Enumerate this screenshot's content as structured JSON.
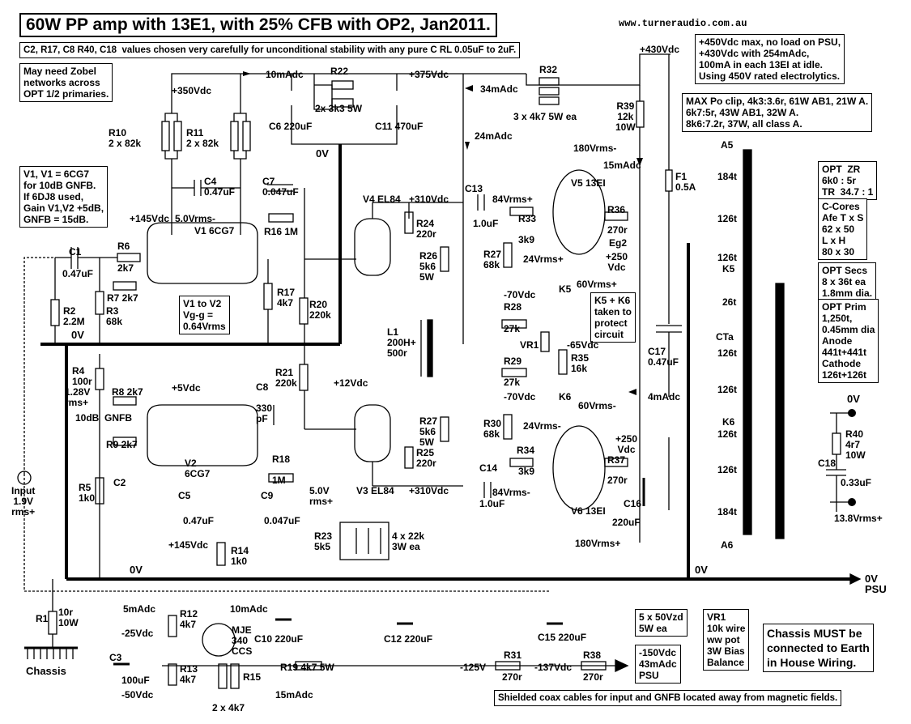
{
  "title": "60W PP amp with 13E1, with  25% CFB with  OP2, Jan2011.",
  "website": "www.turneraudio.com.au",
  "notes": {
    "stability": "C2, R17, C8 R40, C18  values chosen very carefully for unconditional stability with any pure C RL 0.05uF to 2uF.",
    "zobel": "May need Zobel\nnetworks across\nOPT 1/2 primaries.",
    "psu": "+450Vdc max, no load on PSU,\n+430Vdc with 254mAdc,\n100mA in each 13EI at idle.\nUsing 450V rated electrolytics.",
    "max_po": "MAX Po clip, 4k3:3.6r, 61W AB1, 21W A.\n6k7:5r, 43W AB1, 32W A.\n8k6:7.2r, 37W, all class A.",
    "v1": "V1, V1 = 6CG7\nfor 10dB GNFB.\nIf 6DJ8 used,\nGain V1,V2 +5dB,\nGNFB = 15dB.",
    "vgg": "V1 to V2\nVg-g =\n0.64Vrms",
    "k5k6": "K5 + K6\ntaken to\nprotect\ncircuit",
    "opt_zr": "OPT  ZR\n6k0 : 5r\nTR  34.7 : 1",
    "ccores": "C-Cores\nAfe T x S\n62 x 50\nL x H\n80 x 30",
    "opt_secs": "OPT Secs\n8 x 36t ea\n1.8mm dia.",
    "opt_prim": "OPT Prim\n1,250t,\n0.45mm dia\nAnode\n441t+441t\nCathode\n126t+126t",
    "zener": "5 x 50Vzd\n5W ea",
    "vr1": "VR1\n10k wire\nww pot\n3W Bias\nBalance",
    "chassis": "Chassis MUST be\nconnected to Earth\nin House Wiring.",
    "shielded": "Shielded coax cables for input and GNFB located away from magnetic fields.",
    "psu_neg": "-150Vdc\n43mAdc\nPSU"
  },
  "labels": {
    "v430": "+430Vdc",
    "v350": "+350Vdc",
    "ma10": "10mAdc",
    "v375": "+375Vdc",
    "ma34": "34mAdc",
    "r22": "R22",
    "r22v": "2x 3k3 5W",
    "r32": "R32",
    "r32v": "3 x 4k7 5W ea",
    "r39": "R39\n12k\n10W",
    "c6": "C6 220uF",
    "c11": "C11 470uF",
    "zero_v": "0V",
    "r10": "R10\n2 x 82k",
    "r11": "R11\n2 x 82k",
    "ma24": "24mAdc",
    "vrms180a": "180Vrms-",
    "ma15": "15mAdc",
    "f1": "F1\n0.5A",
    "a5": "A5",
    "c4": "C4\n0.47uF",
    "c7": "C7\n0.047uF",
    "v4": "V4 EL84",
    "v310a": "+310Vdc",
    "c13": "C13",
    "c13v": "1.0uF",
    "vrms84p": "84Vrms+",
    "v5": "V5 13EI",
    "r24": "R24\n220r",
    "v145a": "+145Vdc",
    "vrms50a": "5.0Vrms-",
    "v1l": "V1 6CG7",
    "r16": "R16 1M",
    "r33": "R33",
    "r33v": "3k9",
    "r36": "R36",
    "r36v": "270r",
    "eg2": "Eg2",
    "v250a": "+250\nVdc",
    "r26": "R26\n5k6\n5W",
    "r27": "R27\n68k",
    "vrms24p": "24Vrms+",
    "k5": "K5",
    "vrms60p": "60Vrms+",
    "c1": "C1",
    "c1v": "0.47uF",
    "r6": "R6",
    "r6v": "2k7",
    "r7": "R7 2k7",
    "r2": "R2\n2.2M",
    "r3": "R3\n68k",
    "r17": "R17\n4k7",
    "r20": "R20\n220k",
    "v70a": "-70Vdc",
    "r28": "R28",
    "r28v": "27k",
    "vr1l": "VR1",
    "v65": "-65Vdc",
    "r35": "R35\n16k",
    "l1": "L1\n200H+\n500r",
    "r4": "R4\n100r",
    "v128": "1.28V\nrms+",
    "gnfb": "10dB  GNFB",
    "r8": "R8 2k7",
    "r9": "R9 2k7",
    "v5a": "+5Vdc",
    "v2l": "V2\n6CG7",
    "r21": "R21\n220k",
    "c8": "C8\n\n330\npF",
    "v12": "+12Vdc",
    "r29": "R29",
    "r29v": "27k",
    "v70b": "-70Vdc",
    "c17": "C17\n0.47uF",
    "ma4": "4mAdc",
    "k6": "K6",
    "vrms60m": "60Vrms-",
    "r30": "R30\n68k",
    "vrms24m": "24Vrms-",
    "v250b": "+250\nVdc",
    "k6l": "K6",
    "r25": "R25\n220r",
    "r27b": "R27\n5k6\n5W",
    "r34": "R34",
    "r34v": "3k9",
    "r37": "R37",
    "r37v": "270r",
    "r5": "R5\n1k0",
    "c2": "C2",
    "r18": "R18\n\n1M",
    "v50b": "5.0V\nrms+",
    "c5": "C5",
    "c5v": "0.47uF",
    "c9": "C9",
    "c9v": "0.047uF",
    "v3": "V3 EL84",
    "v310b": "+310Vdc",
    "c14": "C14",
    "c14v": "1.0uF",
    "vrms84m": "84Vrms-",
    "v6": "V6 13EI",
    "c16": "C16",
    "c16v": "220uF",
    "input": "Input\n1.9V\nrms+",
    "v145b": "+145Vdc",
    "r14": "R14\n1k0",
    "r23": "R23\n5k5",
    "r23v": "4 x 22k\n3W ea",
    "vrms180b": "180Vrms+",
    "a6": "A6",
    "zero_v_mid": "0V",
    "zero_v_right": "0V",
    "zero_v_psu": "0V\nPSU",
    "r1": "R1",
    "r1v": "10r\n10W",
    "chassis_l": "Chassis",
    "ma5": "5mAdc",
    "r12": "R12\n4k7",
    "ma10b": "10mAdc",
    "mje": "MJE\n340\nCCS",
    "c10": "C10 220uF",
    "c12": "C12 220uF",
    "c15": "C15 220uF",
    "v25": "-25Vdc",
    "c3": "C3",
    "c3v": "100uF",
    "r13": "R13\n4k7",
    "r15": "R15",
    "r19": "R19 4k7 5W",
    "v125": "-125V",
    "r31": "R31",
    "r31v": "270r",
    "v137": "-137Vdc",
    "r38": "R38",
    "r38v": "270r",
    "v50c": "-50Vdc",
    "r15v": "2 x 4k7",
    "ma15b": "15mAdc",
    "t184a": "184t",
    "t126a": "126t",
    "t126b": "126t",
    "k5r": "K5",
    "t26a": "26t",
    "cta": "CTa",
    "t126c": "126t",
    "t126d": "126t",
    "t126e": "126t",
    "t126f": "126t",
    "t184b": "184t",
    "zero_v_out": "0V",
    "r40": "R40\n4r7\n10W",
    "c18": "C18",
    "c18v": "0.33uF",
    "vrms138": "13.8Vrms+"
  }
}
